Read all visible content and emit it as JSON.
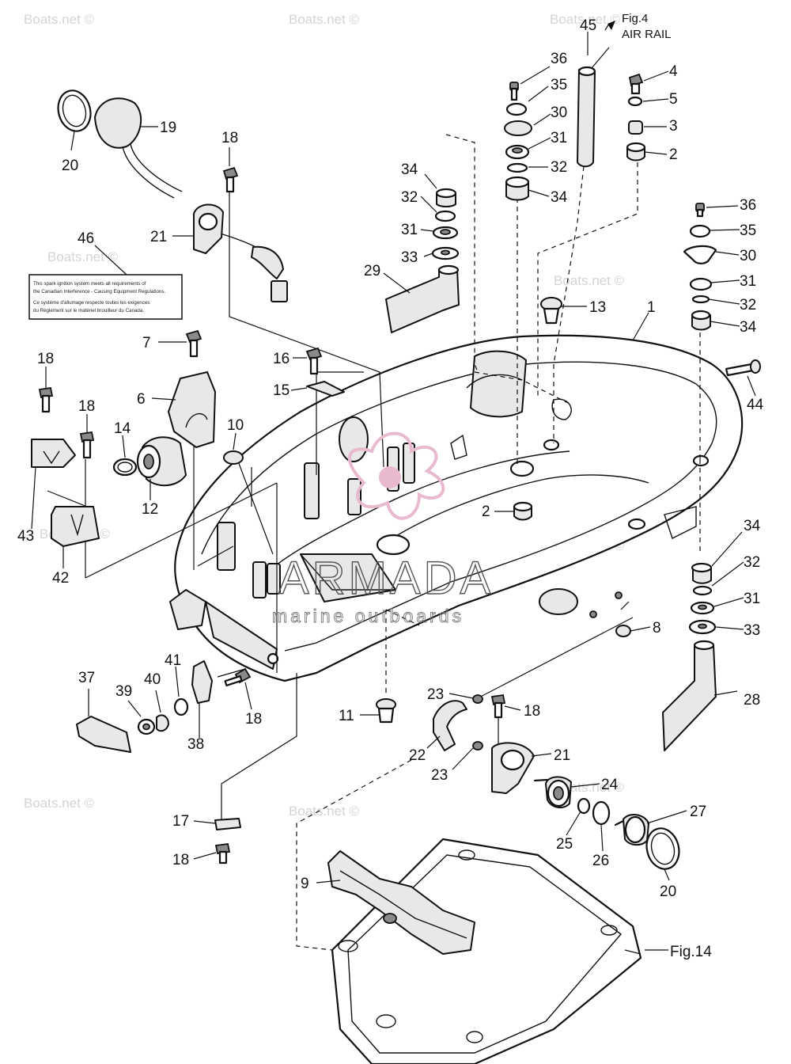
{
  "figure": {
    "ref_fig4": "Fig.4",
    "ref_air_rail": "AIR RAIL",
    "ref_fig14": "Fig.14"
  },
  "watermarks": {
    "site": "Boats.net ©",
    "brand_main": "ARMADA",
    "brand_sub": "marine outboards"
  },
  "sticker": {
    "lines": [
      "This spark ignition system meets all requirements of",
      "the Canadian Interference - Causing Equipment Regulations.",
      "Ce système d'allumage respecte toutes les exigences",
      "du Règlement sur le matériel brouilleur du Canada."
    ]
  },
  "callouts": [
    {
      "id": "c45",
      "text": "45"
    },
    {
      "id": "c36a",
      "text": "36"
    },
    {
      "id": "c35a",
      "text": "35"
    },
    {
      "id": "c30a",
      "text": "30"
    },
    {
      "id": "c31a",
      "text": "31"
    },
    {
      "id": "c32a",
      "text": "32"
    },
    {
      "id": "c34a",
      "text": "34"
    },
    {
      "id": "c4",
      "text": "4"
    },
    {
      "id": "c5",
      "text": "5"
    },
    {
      "id": "c3",
      "text": "3"
    },
    {
      "id": "c2a",
      "text": "2"
    },
    {
      "id": "c19",
      "text": "19"
    },
    {
      "id": "c20a",
      "text": "20"
    },
    {
      "id": "c18a",
      "text": "18"
    },
    {
      "id": "c21a",
      "text": "21"
    },
    {
      "id": "c46",
      "text": "46"
    },
    {
      "id": "c34b",
      "text": "34"
    },
    {
      "id": "c32b",
      "text": "32"
    },
    {
      "id": "c31b",
      "text": "31"
    },
    {
      "id": "c33a",
      "text": "33"
    },
    {
      "id": "c29",
      "text": "29"
    },
    {
      "id": "c36b",
      "text": "36"
    },
    {
      "id": "c35b",
      "text": "35"
    },
    {
      "id": "c30b",
      "text": "30"
    },
    {
      "id": "c31c",
      "text": "31"
    },
    {
      "id": "c32c",
      "text": "32"
    },
    {
      "id": "c34c",
      "text": "34"
    },
    {
      "id": "c13",
      "text": "13"
    },
    {
      "id": "c1",
      "text": "1"
    },
    {
      "id": "c7",
      "text": "7"
    },
    {
      "id": "c16",
      "text": "16"
    },
    {
      "id": "c15",
      "text": "15"
    },
    {
      "id": "c6",
      "text": "6"
    },
    {
      "id": "c18b",
      "text": "18"
    },
    {
      "id": "c18c",
      "text": "18"
    },
    {
      "id": "c14",
      "text": "14"
    },
    {
      "id": "c10",
      "text": "10"
    },
    {
      "id": "c12",
      "text": "12"
    },
    {
      "id": "c44",
      "text": "44"
    },
    {
      "id": "c43",
      "text": "43"
    },
    {
      "id": "c42",
      "text": "42"
    },
    {
      "id": "c2b",
      "text": "2"
    },
    {
      "id": "c34d",
      "text": "34"
    },
    {
      "id": "c32d",
      "text": "32"
    },
    {
      "id": "c31d",
      "text": "31"
    },
    {
      "id": "c33b",
      "text": "33"
    },
    {
      "id": "c8",
      "text": "8"
    },
    {
      "id": "c37",
      "text": "37"
    },
    {
      "id": "c39",
      "text": "39"
    },
    {
      "id": "c40",
      "text": "40"
    },
    {
      "id": "c41",
      "text": "41"
    },
    {
      "id": "c38",
      "text": "38"
    },
    {
      "id": "c18d",
      "text": "18"
    },
    {
      "id": "c23a",
      "text": "23"
    },
    {
      "id": "c18e",
      "text": "18"
    },
    {
      "id": "c11",
      "text": "11"
    },
    {
      "id": "c22",
      "text": "22"
    },
    {
      "id": "c23b",
      "text": "23"
    },
    {
      "id": "c21b",
      "text": "21"
    },
    {
      "id": "c24",
      "text": "24"
    },
    {
      "id": "c28",
      "text": "28"
    },
    {
      "id": "c27",
      "text": "27"
    },
    {
      "id": "c25",
      "text": "25"
    },
    {
      "id": "c26",
      "text": "26"
    },
    {
      "id": "c20b",
      "text": "20"
    },
    {
      "id": "c17",
      "text": "17"
    },
    {
      "id": "c18f",
      "text": "18"
    },
    {
      "id": "c9",
      "text": "9"
    }
  ]
}
